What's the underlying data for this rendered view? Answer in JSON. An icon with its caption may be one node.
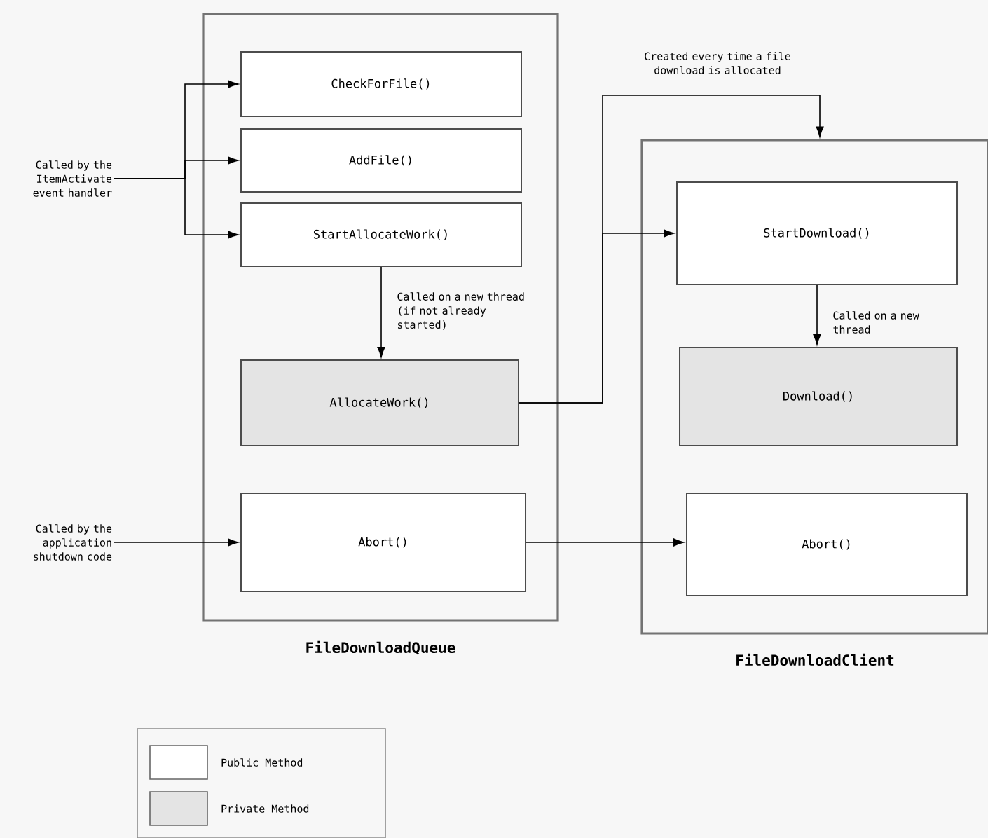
{
  "diagram": {
    "nodes": [
      {
        "text": [
          "FileDownloadQueue"
        ]
      },
      {
        "text": [
          "CheckForFile()"
        ],
        "in": 0
      },
      {
        "text": [
          "AddFile()"
        ],
        "in": 0
      },
      {
        "text": [
          "StartAllocateWork()"
        ],
        "in": 0
      },
      {
        "text": [
          "AllocateWork()"
        ],
        "in": 0
      },
      {
        "text": [
          "Abort()"
        ],
        "in": 0
      },
      {
        "text": [
          "FileDownloadClient"
        ]
      },
      {
        "text": [
          "StartDownload()"
        ],
        "in": 6
      },
      {
        "text": [
          "Download()"
        ],
        "in": 6
      },
      {
        "text": [
          "Abort()"
        ],
        "in": 6
      },
      {
        "text": [
          "Called by the ItemActivate event handler"
        ]
      },
      {
        "text": [
          "Called by the application shutdown code"
        ]
      }
    ],
    "edges": [
      {
        "from": 10,
        "to": 1,
        "arrow": "to"
      },
      {
        "from": 10,
        "to": 2,
        "arrow": "to"
      },
      {
        "from": 10,
        "to": 3,
        "arrow": "to"
      },
      {
        "from": 3,
        "to": 4,
        "arrow": "to",
        "label": "Called on a new thread (if not already started)"
      },
      {
        "from": 4,
        "to": 6,
        "arrow": "to",
        "label": "Created every time a file download is allocated"
      },
      {
        "from": 4,
        "to": 7,
        "arrow": "to"
      },
      {
        "from": 7,
        "to": 8,
        "arrow": "to",
        "label": "Called on a new thread"
      },
      {
        "from": 11,
        "to": 5,
        "arrow": "to"
      },
      {
        "from": 5,
        "to": 9,
        "arrow": "to"
      }
    ],
    "legend": [
      {
        "text": "Public Method",
        "color": "#ffffff"
      },
      {
        "text": "Private Method",
        "color": "#e4e4e4"
      }
    ]
  }
}
